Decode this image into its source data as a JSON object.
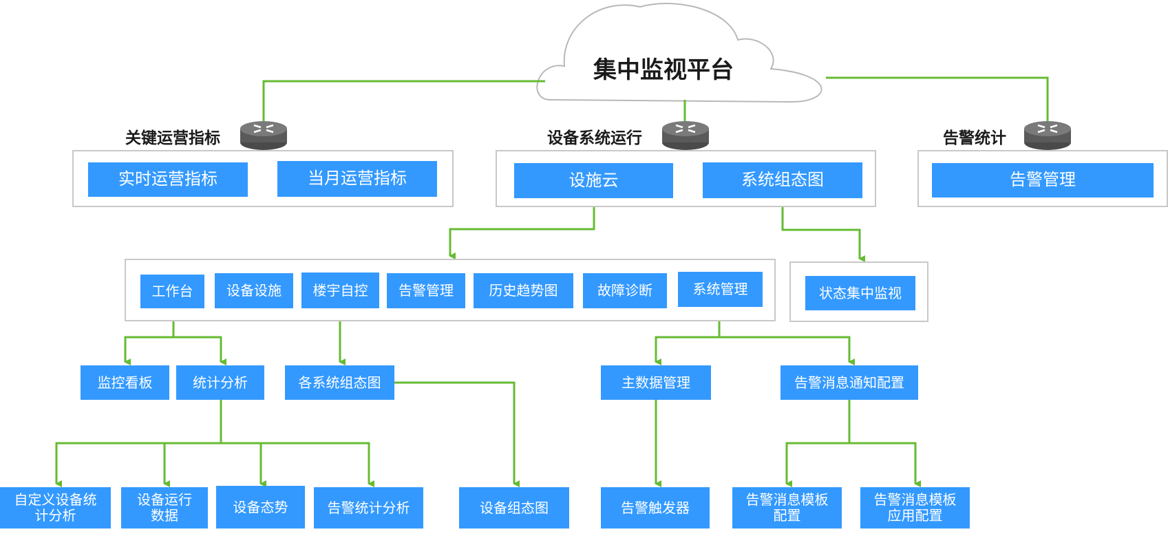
{
  "platform": {
    "title": "集中监视平台"
  },
  "sections": {
    "kpi": {
      "label": "关键运营指标",
      "items": [
        "实时运营指标",
        "当月运营指标"
      ]
    },
    "device": {
      "label": "设备系统运行",
      "items": [
        "设施云",
        "系统组态图"
      ]
    },
    "alarm": {
      "label": "告警统计",
      "items": [
        "告警管理"
      ]
    }
  },
  "cloud_modules": [
    "工作台",
    "设备设施",
    "楼宇自控",
    "告警管理",
    "历史趋势图",
    "故障诊断",
    "系统管理"
  ],
  "status_monitor": "状态集中监视",
  "level3": {
    "monitor_board": "监控看板",
    "stat_analysis": "统计分析",
    "system_diagrams": "各系统组态图",
    "master_data": "主数据管理",
    "alarm_notify_config": "告警消息通知配置"
  },
  "level4": {
    "custom_stats": "自定义设备统\n计分析",
    "device_run_data": "设备运行\n数据",
    "device_status": "设备态势",
    "alarm_stat_analysis": "告警统计分析",
    "device_diagram": "设备组态图",
    "alarm_trigger": "告警触发器",
    "alarm_template_config": "告警消息模板\n配置",
    "alarm_template_apply": "告警消息模板\n应用配置"
  },
  "colors": {
    "node": "#3399ff",
    "connector": "#66bb33",
    "panel_border": "#c8c8c8",
    "cloud_border": "#b8b8b8"
  },
  "icons": [
    "cloud-icon",
    "router-icon"
  ]
}
